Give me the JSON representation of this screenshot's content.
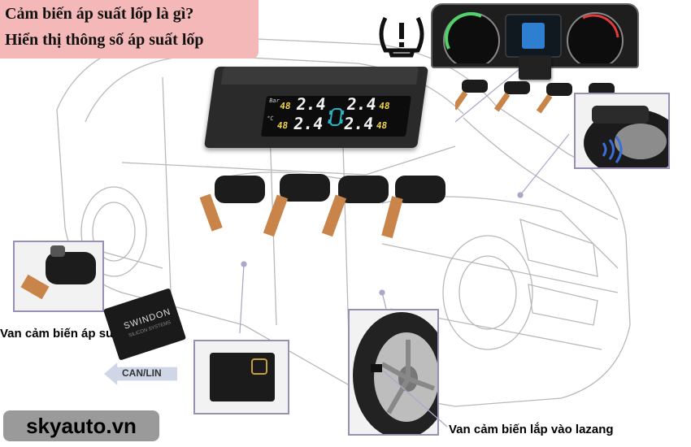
{
  "title": {
    "line1": "Cảm biến áp suất lốp là gì?",
    "line2": "Hiển thị thông số áp suất lốp"
  },
  "display": {
    "left_top": "48",
    "left_top_pressure": "2.4",
    "right_top_pressure": "2.4",
    "right_top": "48",
    "left_bottom": "48",
    "left_bottom_pressure": "2.4",
    "right_bottom_pressure": "2.4",
    "right_bottom": "48",
    "unit_bar": "Bar",
    "unit_temp": "°C"
  },
  "chip": {
    "brand": "SWINDON",
    "sub": "SILICON SYSTEMS"
  },
  "arrow_label": "CAN/LIN",
  "captions": {
    "sensor_valve": "Van cảm biến áp suất lốp",
    "rim_sensor": "Van cảm biến lắp vào lazang"
  },
  "brand_watermark": "skyauto.vn",
  "colors": {
    "title_bg": "#f4b8b8",
    "brand_bg": "#9a9a9a",
    "inset_border": "#9a8fb3",
    "lcd_yellow": "#f0d24a",
    "lcd_teal": "#27b6c9",
    "warning_icon": "#111111"
  },
  "icons": [
    "tpms-warning-icon",
    "car-outline",
    "tire-sensor-icon"
  ]
}
